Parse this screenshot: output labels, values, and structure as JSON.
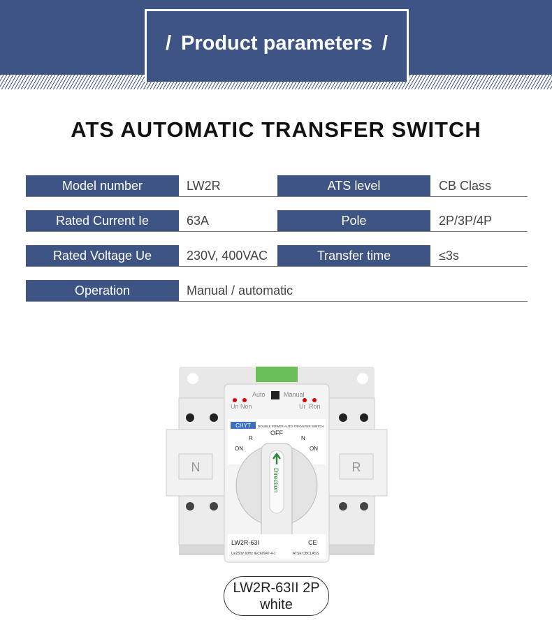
{
  "header": {
    "slash_left": "/",
    "title": "Product parameters",
    "slash_right": "/"
  },
  "main_title": "ATS AUTOMATIC TRANSFER SWITCH",
  "params": [
    {
      "label": "Model number",
      "value": "LW2R",
      "label2": "ATS level",
      "value2": "CB Class"
    },
    {
      "label": "Rated Current Ie",
      "value": "63A",
      "label2": "Pole",
      "value2": "2P/3P/4P"
    },
    {
      "label": "Rated Voltage Ue",
      "value": "230V, 400VAC",
      "label2": "Transfer time",
      "value2": "≤3s"
    },
    {
      "label": "Operation",
      "value": "Manual / automatic"
    }
  ],
  "product": {
    "auto": "Auto",
    "manual": "Manual",
    "un": "Un",
    "non": "Non",
    "ur": "Ur",
    "ron": "Ron",
    "brand": "CHYT",
    "subtitle": "DOUBLE POWER AUTO TRANSFER SWITCH",
    "off": "OFF",
    "r": "R",
    "n": "N",
    "on": "ON",
    "left_label": "N",
    "right_label": "R",
    "direction": "Direction",
    "model": "LW2R-63I",
    "ce": "CE",
    "spec": "Ue230V  60Hz  IEC60947-4-1",
    "class": "ATSE:CBCLASS"
  },
  "caption": {
    "line1": "LW2R-63II 2P",
    "line2": "white"
  }
}
